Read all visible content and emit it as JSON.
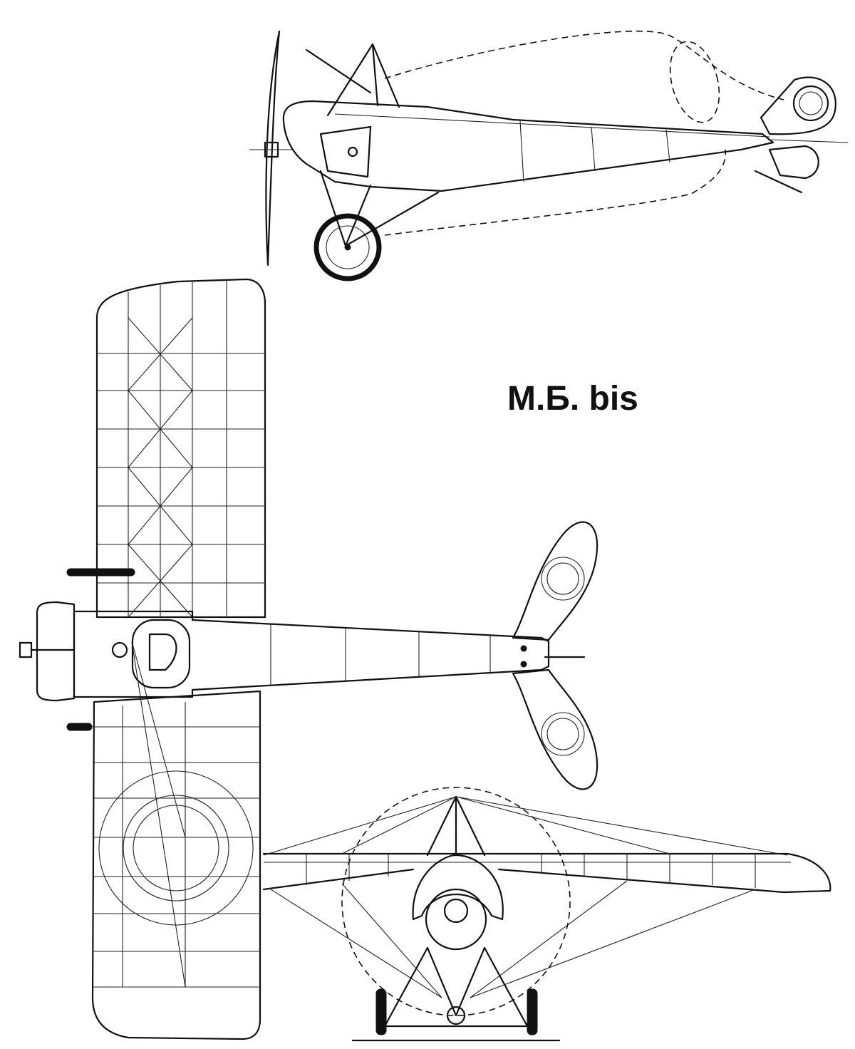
{
  "title": "М.Б. bis",
  "views": [
    "side",
    "top",
    "front"
  ],
  "colors": {
    "line": "#111111",
    "background": "#ffffff"
  }
}
